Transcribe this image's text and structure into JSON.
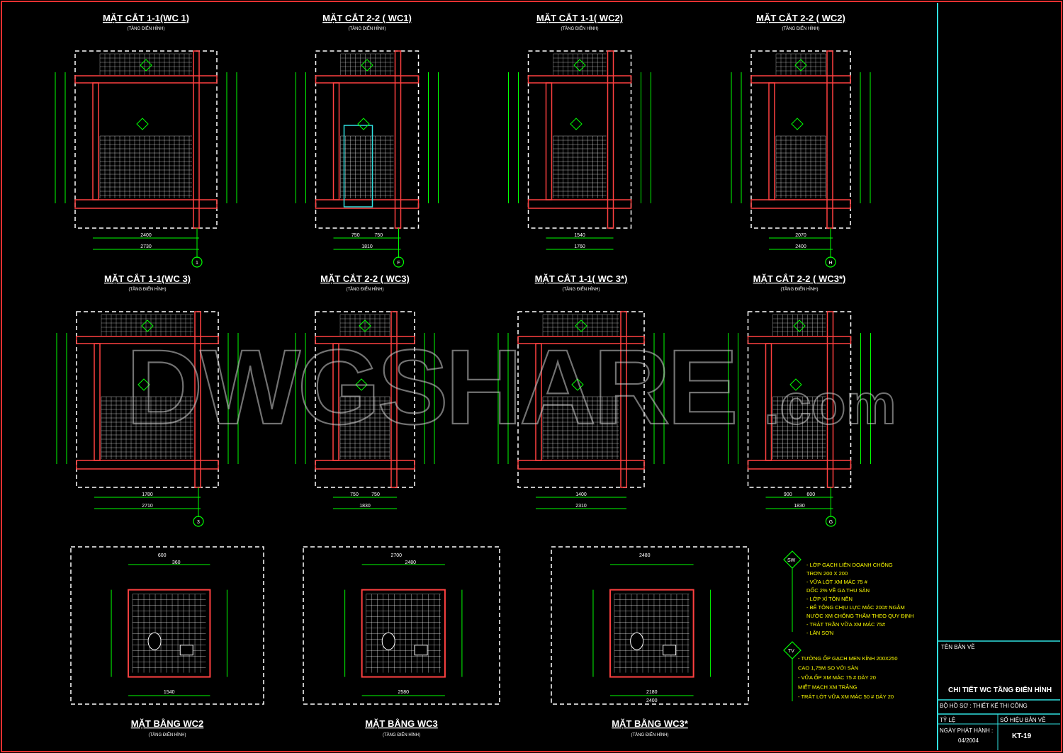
{
  "watermark": {
    "main": "DWGSHARE",
    "suffix": ".com"
  },
  "sections_row1": [
    {
      "title": "MẶT CẮT 1-1(WC 1)",
      "sub": "(TẦNG ĐIỂN HÌNH)",
      "dims_bottom": [
        "2400",
        "2730"
      ],
      "axis": "1"
    },
    {
      "title": "MẶT CẮT 2-2 ( WC1)",
      "sub": "(TẦNG ĐIỂN HÌNH)",
      "dims_bottom": [
        "750",
        "750",
        "1810"
      ],
      "axis": "F"
    },
    {
      "title": "MẶT CẮT 1-1( WC2)",
      "sub": "(TẦNG ĐIỂN HÌNH)",
      "dims_bottom": [
        "1540",
        "1760"
      ],
      "axis": ""
    },
    {
      "title": "MẶT CẮT 2-2 ( WC2)",
      "sub": "(TẦNG ĐIỂN HÌNH)",
      "dims_bottom": [
        "2070",
        "2400"
      ],
      "axis": "H"
    }
  ],
  "sections_row2": [
    {
      "title": "MẶT CẮT 1-1(WC 3)",
      "sub": "(TẦNG ĐIỂN HÌNH)",
      "dims_bottom": [
        "1780",
        "2710"
      ],
      "axis": "3"
    },
    {
      "title": "MẶT CẮT 2-2 ( WC3)",
      "sub": "(TẦNG ĐIỂN HÌNH)",
      "dims_bottom": [
        "750",
        "750",
        "1830"
      ],
      "axis": ""
    },
    {
      "title": "MẶT CẮT 1-1( WC 3*)",
      "sub": "(TẦNG ĐIỂN HÌNH)",
      "dims_bottom": [
        "1400",
        "2310"
      ],
      "axis": ""
    },
    {
      "title": "MẶT CẮT 2-2 ( WC3*)",
      "sub": "(TẦNG ĐIỂN HÌNH)",
      "dims_bottom": [
        "900",
        "600",
        "1830"
      ],
      "axis": "G"
    }
  ],
  "plans": [
    {
      "title": "MẶT BẰNG WC2",
      "sub": "(TẦNG ĐIỂN HÌNH)",
      "dims_bottom": [
        "1540"
      ],
      "dims_top": [
        "600",
        "360"
      ]
    },
    {
      "title": "MẶT BẰNG WC3",
      "sub": "(TẦNG ĐIỂN HÌNH)",
      "dims_bottom": [
        "2580"
      ],
      "dims_top": [
        "2700",
        "2480"
      ]
    },
    {
      "title": "MẶT BẰNG WC3*",
      "sub": "(TẦNG ĐIỂN HÌNH)",
      "dims_bottom": [
        "2180",
        "2400"
      ],
      "dims_top": [
        "2480"
      ]
    }
  ],
  "legend": {
    "sw_tag": "SW",
    "sw_lines": [
      "- LỚP GẠCH LIÊN DOANH CHỐNG",
      "  TRƠN 200 X 200",
      "- VỮA LÓT XM MÁC 75 #",
      "  DỐC 2% VỀ GA THU SÀN",
      "- LỚP XỈ TÔN NỀN",
      "- BÊ TÔNG CHỊU LỰC MÁC 200# NGÂM",
      "  NƯỚC XM CHỐNG THẤM THEO QUY ĐỊNH",
      "- TRÁT TRẦN VỮA XM MÁC 75#",
      "- LĂN SƠN"
    ],
    "tv_tag": "TV",
    "tv_lines": [
      "- TƯỜNG ỐP GẠCH MEN KÍNH 200X250",
      "  CAO 1,75M SO VỚI SÀN",
      "- VỮA ỐP XM MÁC 75 # DÀY 20",
      "  MIẾT MẠCH XM TRẮNG",
      "- TRÁT LÓT VỮA XM MÁC 50 # DÀY 20"
    ]
  },
  "title_block": {
    "name_label": "TÊN BẢN VẼ",
    "name": "CHI TIẾT WC TẦNG ĐIỂN HÌNH",
    "set": "BỘ HỒ SƠ : THIẾT KẾ THI CÔNG",
    "scale_label": "TỶ LỆ",
    "sheet_no_label": "SỐ HIỆU BẢN VẼ",
    "date_label": "NGÀY PHÁT HÀNH :",
    "date": "04/2004",
    "sheet_no": "KT-19"
  },
  "colors": {
    "frame": "#ff3030",
    "titleblock": "#30e0e0",
    "dim": "#00ff00",
    "wall": "#ff4040",
    "tile": "#ffffff",
    "ref": "#ffff00"
  }
}
